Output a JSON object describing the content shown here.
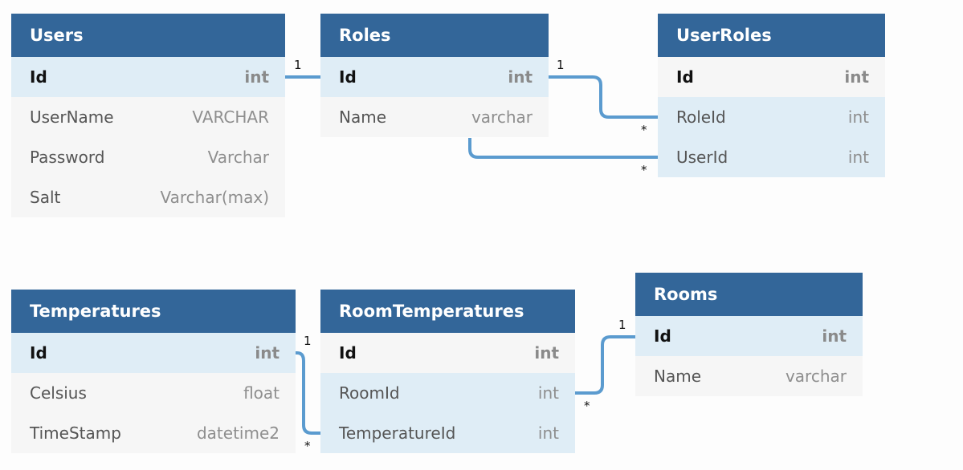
{
  "tables": {
    "users": {
      "title": "Users",
      "columns": [
        {
          "name": "Id",
          "type": "int"
        },
        {
          "name": "UserName",
          "type": "VARCHAR"
        },
        {
          "name": "Password",
          "type": "Varchar"
        },
        {
          "name": "Salt",
          "type": "Varchar(max)"
        }
      ]
    },
    "roles": {
      "title": "Roles",
      "columns": [
        {
          "name": "Id",
          "type": "int"
        },
        {
          "name": "Name",
          "type": "varchar"
        }
      ]
    },
    "userroles": {
      "title": "UserRoles",
      "columns": [
        {
          "name": "Id",
          "type": "int"
        },
        {
          "name": "RoleId",
          "type": "int"
        },
        {
          "name": "UserId",
          "type": "int"
        }
      ]
    },
    "temperatures": {
      "title": "Temperatures",
      "columns": [
        {
          "name": "Id",
          "type": "int"
        },
        {
          "name": "Celsius",
          "type": "float"
        },
        {
          "name": "TimeStamp",
          "type": "datetime2"
        }
      ]
    },
    "roomtemperatures": {
      "title": "RoomTemperatures",
      "columns": [
        {
          "name": "Id",
          "type": "int"
        },
        {
          "name": "RoomId",
          "type": "int"
        },
        {
          "name": "TemperatureId",
          "type": "int"
        }
      ]
    },
    "rooms": {
      "title": "Rooms",
      "columns": [
        {
          "name": "Id",
          "type": "int"
        },
        {
          "name": "Name",
          "type": "varchar"
        }
      ]
    }
  },
  "relationships": [
    {
      "from": "Users.Id",
      "to": "Roles.Id",
      "from_card": "1",
      "to_card": ""
    },
    {
      "from": "Roles.Id",
      "to": "UserRoles.RoleId",
      "from_card": "1",
      "to_card": "*"
    },
    {
      "from": "Roles.Name",
      "to": "UserRoles.UserId",
      "from_card": "",
      "to_card": "*"
    },
    {
      "from": "Temperatures.Id",
      "to": "RoomTemperatures.TemperatureId",
      "from_card": "1",
      "to_card": "*"
    },
    {
      "from": "Rooms.Id",
      "to": "RoomTemperatures.RoomId",
      "from_card": "1",
      "to_card": "*"
    }
  ],
  "colors": {
    "header": "#336699",
    "highlight_row": "#dfedf6",
    "row": "#f6f6f6",
    "connector": "#5b9bcf"
  }
}
